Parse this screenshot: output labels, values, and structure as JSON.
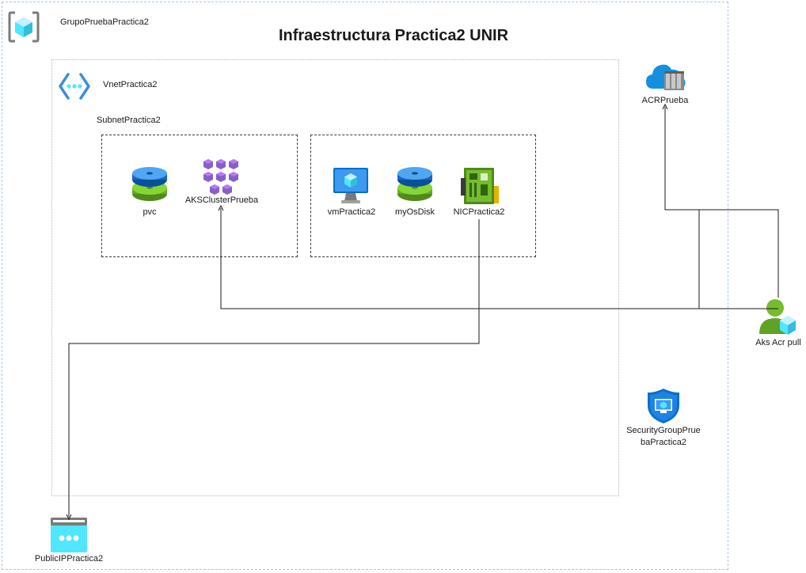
{
  "diagram": {
    "title": "Infraestructura Practica2 UNIR",
    "resource_group": {
      "label": "GrupoPruebaPractica2",
      "icon": "resource-group-icon"
    },
    "vnet": {
      "label": "VnetPractica2",
      "icon": "virtual-network-icon"
    },
    "subnet": {
      "label": "SubnetPractica2"
    },
    "nodes": {
      "pvc": {
        "label": "pvc",
        "icon": "disk-icon"
      },
      "aks": {
        "label": "AKSClusterPrueba",
        "icon": "kubernetes-cluster-icon"
      },
      "vm": {
        "label": "vmPractica2",
        "icon": "virtual-machine-icon"
      },
      "osdisk": {
        "label": "myOsDisk",
        "icon": "disk-icon"
      },
      "nic": {
        "label": "NICPractica2",
        "icon": "network-interface-icon"
      },
      "acr": {
        "label": "ACRPrueba",
        "icon": "container-registry-icon"
      },
      "aks_acr_pull": {
        "label": "Aks Acr pull",
        "icon": "managed-identity-icon"
      },
      "security_group": {
        "label_line1": "SecurityGroupPrue",
        "label_line2": "baPractica2",
        "icon": "network-security-group-icon"
      },
      "public_ip": {
        "label": "PublicIPPractica2",
        "icon": "public-ip-icon"
      }
    },
    "colors": {
      "azure_blue": "#0078d4",
      "light_blue": "#50e6ff",
      "green": "#76bc2d",
      "purple": "#8661c5",
      "group_border": "#a9c6e6"
    }
  }
}
